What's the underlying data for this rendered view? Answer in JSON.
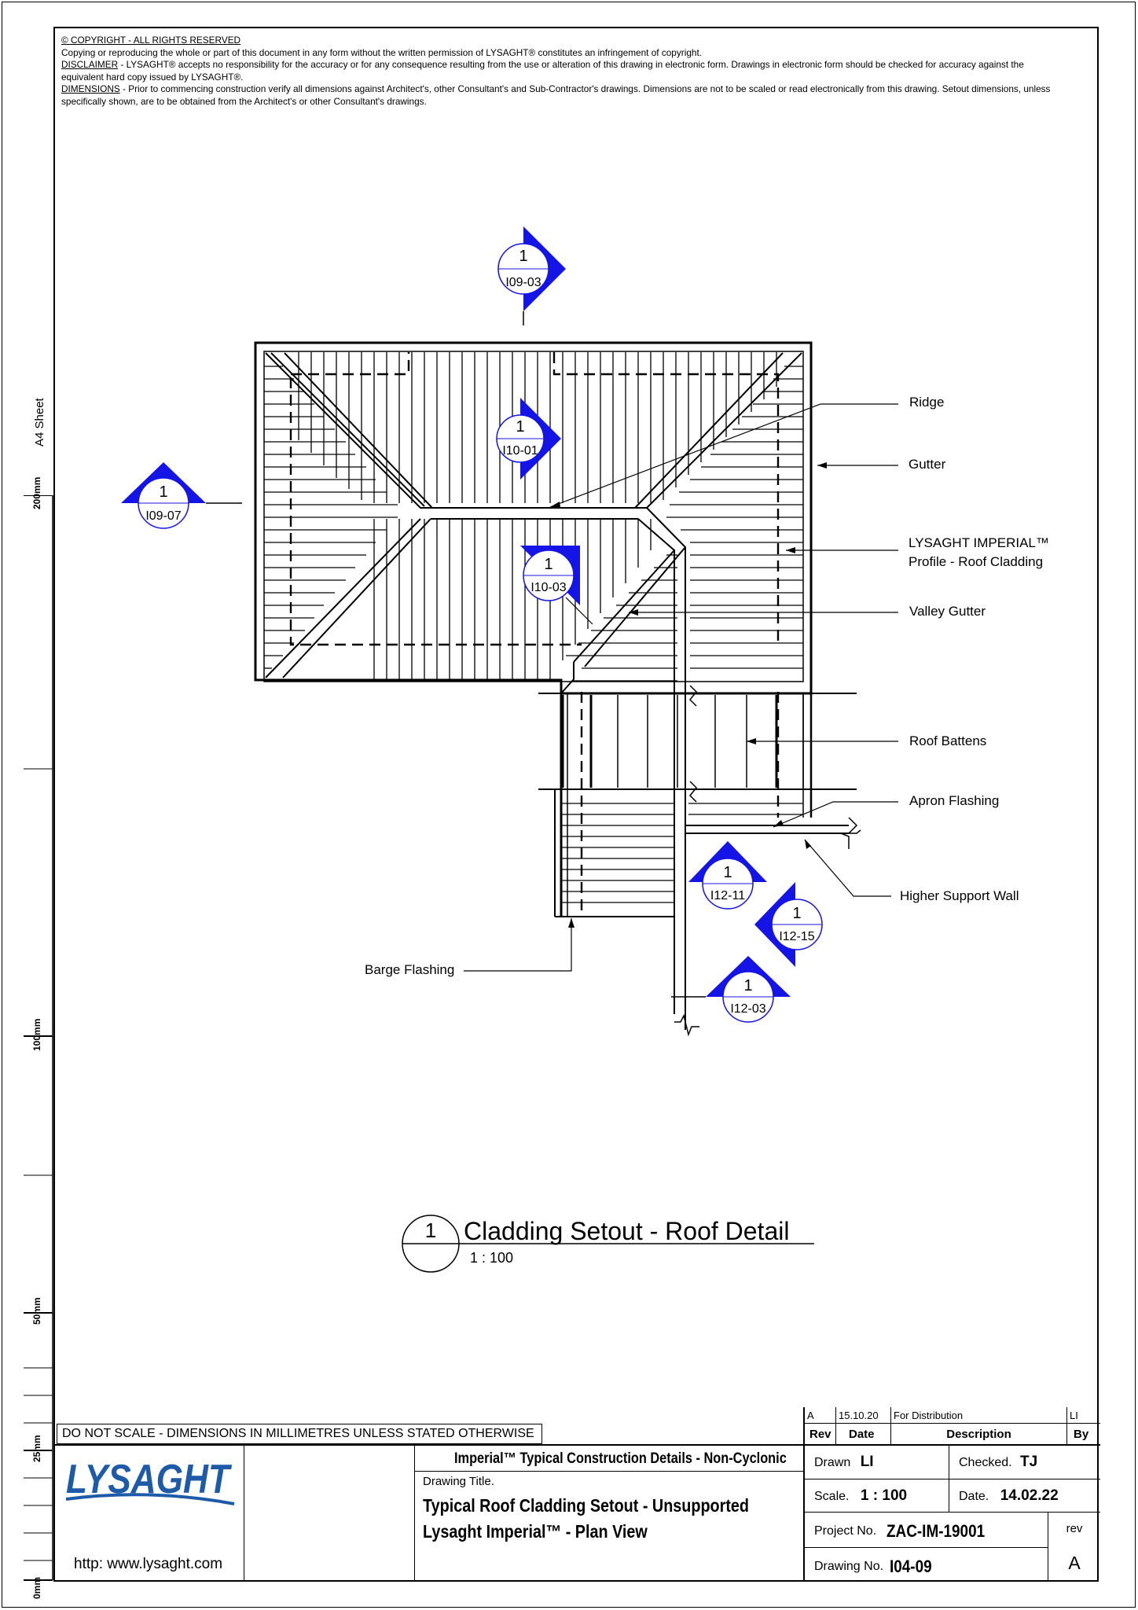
{
  "sheet_label": "A4 Sheet",
  "notes": {
    "copyright_heading": "© COPYRIGHT - ALL RIGHTS RESERVED",
    "copyright_text": "Copying or reproducing the whole or part of this document in any form without the written permission of LYSAGHT® constitutes an infringement of copyright.",
    "disclaimer_heading": "DISCLAIMER",
    "disclaimer_text": " - LYSAGHT® accepts no responsibility for the accuracy or for any consequence resulting from the use or alteration of this drawing in electronic form.  Drawings in electronic form should be checked for accuracy against the equivalent hard copy issued by LYSAGHT®.",
    "dimensions_heading": "DIMENSIONS",
    "dimensions_text": " - Prior to commencing construction verify all dimensions against Architect's, other Consultant's and Sub-Contractor's drawings. Dimensions are not to be scaled or read electronically from this drawing. Setout dimensions, unless specifically shown, are to be obtained from the Architect's or other Consultant's drawings."
  },
  "ruler": {
    "labels": [
      "200mm",
      "100mm",
      "50mm",
      "25mm",
      "0mm"
    ]
  },
  "callouts": {
    "ridge": "Ridge",
    "gutter": "Gutter",
    "cladding_line1": "LYSAGHT IMPERIAL™",
    "cladding_line2": "Profile - Roof Cladding",
    "valley_gutter": "Valley Gutter",
    "roof_battens": "Roof Battens",
    "apron_flashing": "Apron Flashing",
    "higher_support_wall": "Higher Support Wall",
    "barge_flashing": "Barge Flashing"
  },
  "section_markers": [
    {
      "num": "1",
      "ref": "I09-03"
    },
    {
      "num": "1",
      "ref": "I10-01"
    },
    {
      "num": "1",
      "ref": "I09-07"
    },
    {
      "num": "1",
      "ref": "I10-03"
    },
    {
      "num": "1",
      "ref": "I12-11"
    },
    {
      "num": "1",
      "ref": "I12-15"
    },
    {
      "num": "1",
      "ref": "I12-03"
    }
  ],
  "view": {
    "number": "1",
    "title": "Cladding Setout - Roof Detail",
    "scale": "1 : 100"
  },
  "title_block": {
    "do_not_scale": "DO NOT SCALE - DIMENSIONS IN MILLIMETRES UNLESS STATED OTHERWISE",
    "logo_text": "LYSAGHT",
    "website": "http: www.lysaght.com",
    "series": "Imperial™ Typical Construction Details - Non-Cyclonic",
    "drawing_title_label": "Drawing Title.",
    "drawing_title_line1": "Typical Roof Cladding Setout - Unsupported",
    "drawing_title_line2": "Lysaght Imperial™ - Plan View",
    "revision_row": {
      "rev": "A",
      "date": "15.10.20",
      "description": "For Distribution",
      "by": "LI"
    },
    "rev_headers": {
      "rev": "Rev",
      "date": "Date",
      "description": "Description",
      "by": "By"
    },
    "drawn_label": "Drawn",
    "drawn_value": "LI",
    "checked_label": "Checked.",
    "checked_value": "TJ",
    "scale_label": "Scale.",
    "scale_value": "1 : 100",
    "date_label": "Date.",
    "date_value": "14.02.22",
    "project_label": "Project No.",
    "project_value": "ZAC-IM-19001",
    "drawing_no_label": "Drawing No.",
    "drawing_no_value": "I04-09",
    "rev_label": "rev",
    "rev_value": "A"
  },
  "colors": {
    "marker_fill": "#1414e6",
    "logo": "#1d5aa8",
    "line": "#000000"
  }
}
